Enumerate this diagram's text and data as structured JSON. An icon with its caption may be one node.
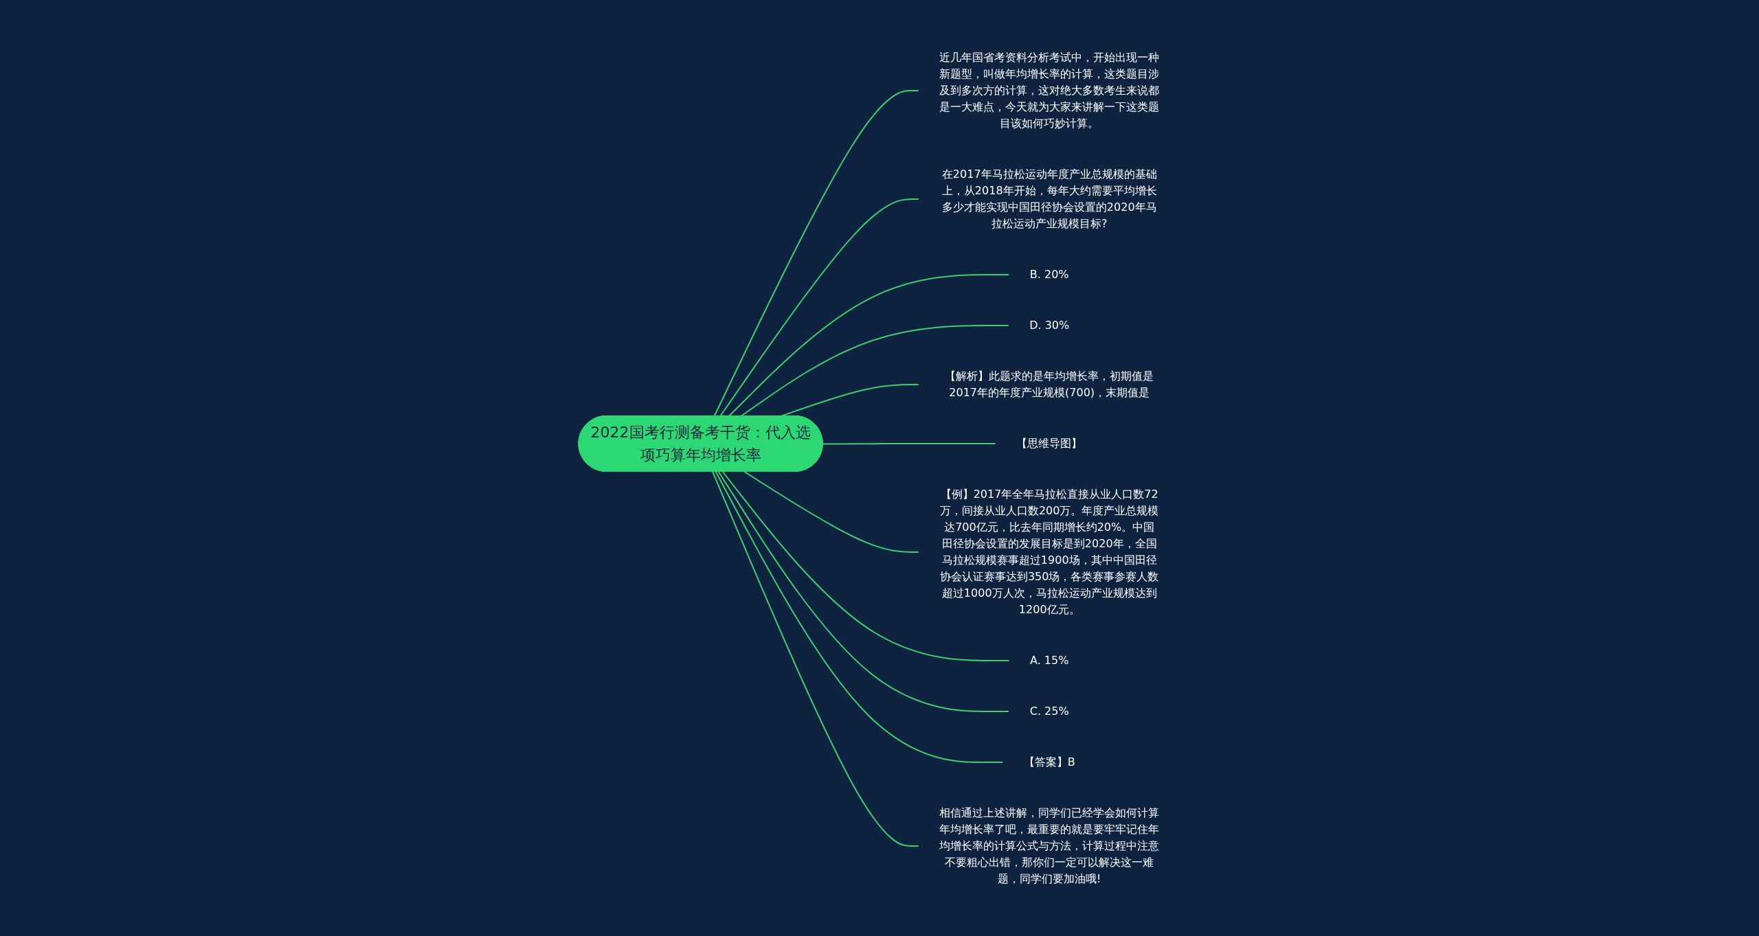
{
  "diagram": {
    "nodes": [
      {
        "text": [
          "2022国考行测备考干货：代入选项巧算年均增长率"
        ]
      },
      {
        "text": [
          "近几年国省考资料分析考试中，开始出现一种新题型，叫做年均增长率的计算，这类题目涉及到多次方的计算，这对绝大多数考生来说都是一大难点，今天就为大家来讲解一下这类题目该如何巧妙计算。"
        ]
      },
      {
        "text": [
          "在2017年马拉松运动年度产业总规模的基础上，从2018年开始，每年大约需要平均增长多少才能实现中国田径协会设置的2020年马拉松运动产业规模目标?"
        ]
      },
      {
        "text": [
          "B. 20%"
        ]
      },
      {
        "text": [
          "D. 30%"
        ]
      },
      {
        "text": [
          "【解析】此题求的是年均增长率，初期值是2017年的年度产业规模(700)，末期值是"
        ]
      },
      {
        "text": [
          "【思维导图】"
        ]
      },
      {
        "text": [
          "【例】2017年全年马拉松直接从业人口数72万，间接从业人口数200万。年度产业总规模达700亿元，比去年同期增长约20%。中国田径协会设置的发展目标是到2020年，全国马拉松规模赛事超过1900场，其中中国田径协会认证赛事达到350场，各类赛事参赛人数超过1000万人次，马拉松运动产业规模达到1200亿元。"
        ]
      },
      {
        "text": [
          "A. 15%"
        ]
      },
      {
        "text": [
          "C. 25%"
        ]
      },
      {
        "text": [
          "【答案】B"
        ]
      },
      {
        "text": [
          "相信通过上述讲解，同学们已经学会如何计算年均增长率了吧，最重要的就是要牢牢记住年均增长率的计算公式与方法，计算过程中注意不要粗心出错，那你们一定可以解决这一难题，同学们要加油哦!"
        ]
      }
    ],
    "edges": [
      {
        "from": 0,
        "to": 1,
        "arrow": "none"
      },
      {
        "from": 0,
        "to": 2,
        "arrow": "none"
      },
      {
        "from": 0,
        "to": 3,
        "arrow": "none"
      },
      {
        "from": 0,
        "to": 4,
        "arrow": "none"
      },
      {
        "from": 0,
        "to": 5,
        "arrow": "none"
      },
      {
        "from": 0,
        "to": 6,
        "arrow": "none"
      },
      {
        "from": 0,
        "to": 7,
        "arrow": "none"
      },
      {
        "from": 0,
        "to": 8,
        "arrow": "none"
      },
      {
        "from": 0,
        "to": 9,
        "arrow": "none"
      },
      {
        "from": 0,
        "to": 10,
        "arrow": "none"
      },
      {
        "from": 0,
        "to": 11,
        "arrow": "none"
      }
    ]
  }
}
